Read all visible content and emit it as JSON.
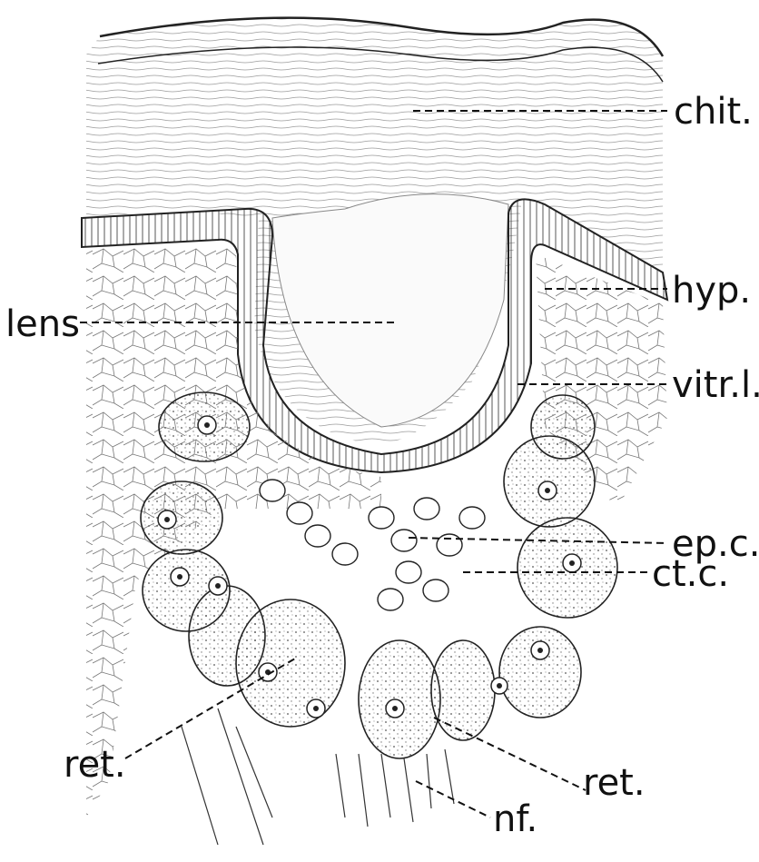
{
  "figure": {
    "labels": {
      "chit": "chit.",
      "hyp": "hyp.",
      "lens": "lens",
      "vitr": "vitr.l.",
      "epc": "ep.c.",
      "ctc": "ct.c.",
      "ret_left": "ret.",
      "ret_right": "ret.",
      "nf": "nf."
    }
  }
}
